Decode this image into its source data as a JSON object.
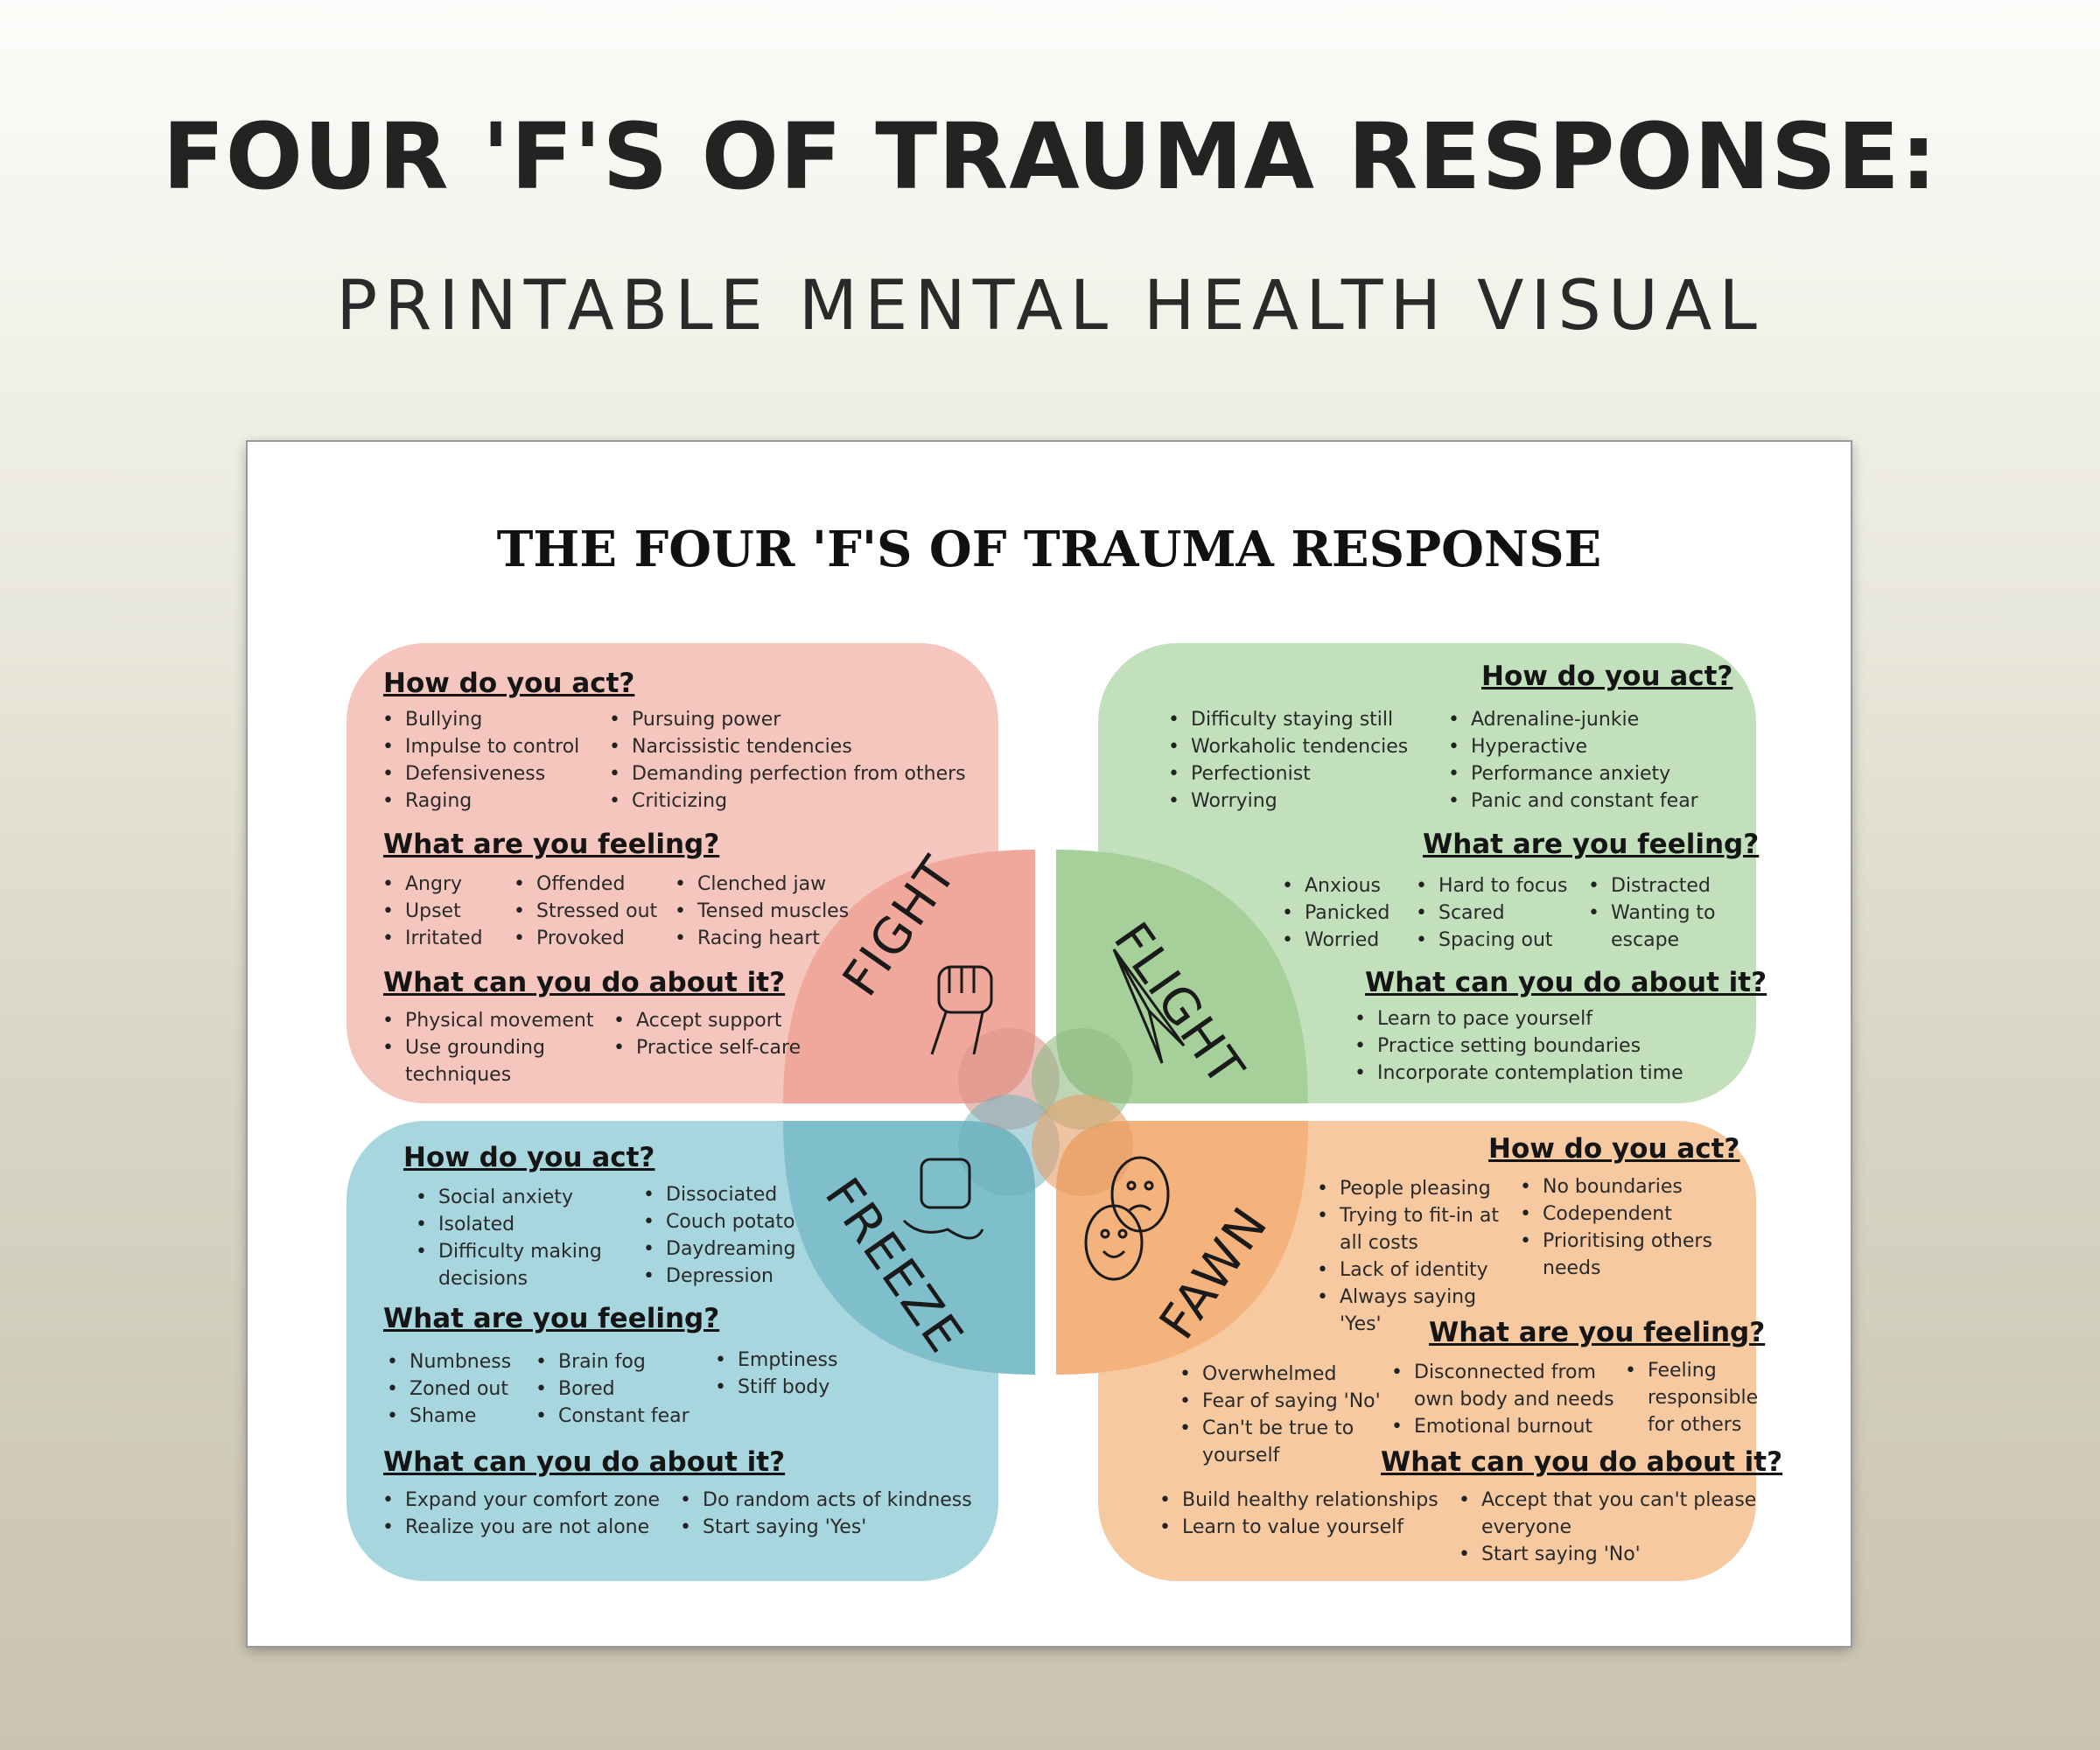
{
  "header": {
    "title": "FOUR 'F'S OF TRAUMA RESPONSE:",
    "subtitle": "PRINTABLE MENTAL HEALTH VISUAL"
  },
  "card": {
    "title": "THE FOUR 'F'S OF TRAUMA RESPONSE"
  },
  "colors": {
    "fight": "#f5c6bd",
    "fight_petal": "#efa89b",
    "flight": "#c3e0bd",
    "flight_petal": "#a5d099",
    "freeze": "#a8d6de",
    "freeze_petal": "#7fbfcb",
    "fawn": "#f6c9a0",
    "fawn_petal": "#f4b27c"
  },
  "fight": {
    "label": "FIGHT",
    "icon": "fist-icon",
    "act_heading": "How do you act?",
    "act_col1": [
      "Bullying",
      "Impulse to control",
      "Defensiveness",
      "Raging"
    ],
    "act_col2": [
      "Pursuing power",
      "Narcissistic tendencies",
      "Demanding perfection from others",
      "Criticizing"
    ],
    "feel_heading": "What are you feeling?",
    "feel_col1": [
      "Angry",
      "Upset",
      "Irritated"
    ],
    "feel_col2": [
      "Offended",
      "Stressed out",
      "Provoked"
    ],
    "feel_col3": [
      "Clenched jaw",
      "Tensed muscles",
      "Racing  heart"
    ],
    "do_heading": "What can you do about it?",
    "do_col1": [
      "Physical movement",
      "Use grounding techniques"
    ],
    "do_col2": [
      "Accept support",
      "Practice self-care"
    ]
  },
  "flight": {
    "label": "FLIGHT",
    "icon": "paper-plane-icon",
    "act_heading": "How do you act?",
    "act_col1": [
      "Difficulty staying still",
      "Workaholic tendencies",
      "Perfectionist",
      "Worrying"
    ],
    "act_col2": [
      "Adrenaline-junkie",
      "Hyperactive",
      "Performance anxiety",
      "Panic and constant fear"
    ],
    "feel_heading": "What are you feeling?",
    "feel_col1": [
      "Anxious",
      "Panicked",
      "Worried"
    ],
    "feel_col2": [
      "Hard to focus",
      "Scared",
      "Spacing out"
    ],
    "feel_col3": [
      "Distracted",
      "Wanting to escape"
    ],
    "do_heading": "What can you do about it?",
    "do_col1": [
      "Learn to pace yourself",
      "Practice setting boundaries",
      "Incorporate contemplation time"
    ]
  },
  "freeze": {
    "label": "FREEZE",
    "icon": "ice-cube-icon",
    "act_heading": "How do you act?",
    "act_col1": [
      "Social anxiety",
      "Isolated",
      "Difficulty making decisions"
    ],
    "act_col2": [
      "Dissociated",
      "Couch potato",
      "Daydreaming",
      "Depression"
    ],
    "feel_heading": "What are you feeling?",
    "feel_col1": [
      "Numbness",
      "Zoned out",
      "Shame"
    ],
    "feel_col2": [
      "Brain fog",
      "Bored",
      "Constant fear"
    ],
    "feel_col3": [
      "Emptiness",
      "Stiff body"
    ],
    "do_heading": "What can you do about it?",
    "do_col1": [
      "Expand your comfort zone",
      "Realize you are not alone"
    ],
    "do_col2": [
      "Do random acts of kindness",
      "Start saying 'Yes'"
    ]
  },
  "fawn": {
    "label": "FAWN",
    "icon": "theatre-masks-icon",
    "act_heading": "How do you act?",
    "act_col1": [
      "People pleasing",
      "Trying to fit-in at all costs",
      "Lack of identity",
      "Always saying 'Yes'"
    ],
    "act_col2": [
      "No boundaries",
      "Codependent",
      "Prioritising others needs"
    ],
    "feel_heading": "What are you feeling?",
    "feel_col1": [
      "Overwhelmed",
      "Fear of saying 'No'",
      "Can't be true to yourself"
    ],
    "feel_col2": [
      "Disconnected from own body and needs",
      "Emotional burnout"
    ],
    "feel_col3": [
      "Feeling responsible for others"
    ],
    "do_heading": "What can you do about it?",
    "do_col1": [
      "Build healthy relationships",
      "Learn to value yourself"
    ],
    "do_col2": [
      "Accept that you can't please everyone",
      "Start saying 'No'"
    ]
  }
}
